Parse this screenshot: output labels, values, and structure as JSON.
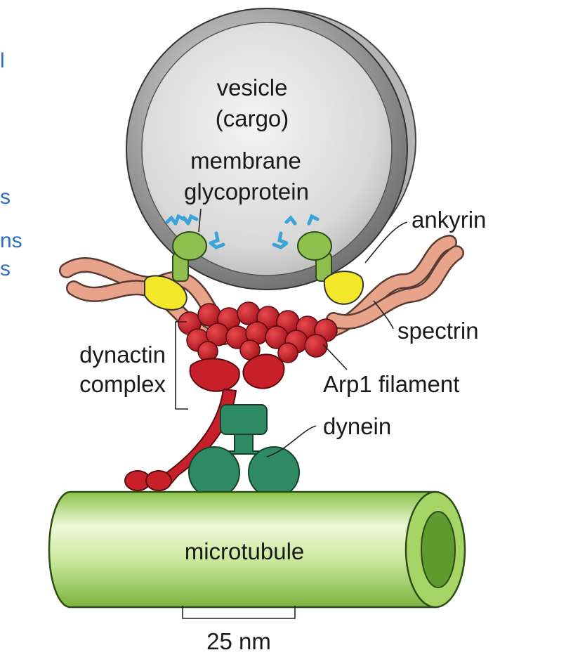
{
  "labels": {
    "vesicle": "vesicle",
    "cargo": "(cargo)",
    "membrane": "membrane",
    "glycoprotein": "glycoprotein",
    "ankyrin": "ankyrin",
    "spectrin": "spectrin",
    "dynactin": "dynactin",
    "complex": "complex",
    "arp1": "Arp1 filament",
    "dynein": "dynein",
    "microtubule": "microtubule",
    "scale": "25 nm"
  },
  "clipped_text": [
    "l",
    "s",
    "ns",
    "s"
  ],
  "colors": {
    "vesicle_outer": "#8c8c8c",
    "vesicle_inner": "#d9d9d9",
    "glycoprotein": "#8fbf4f",
    "glycoprotein_tip": "#3aa3d8",
    "ankyrin": "#f2e829",
    "spectrin": "#e8a48a",
    "arp1": "#c8202a",
    "dynactin": "#c8202a",
    "dynein": "#2e8a62",
    "microtubule": "#b9de7c",
    "clipped_text": "#2f6fc0"
  }
}
